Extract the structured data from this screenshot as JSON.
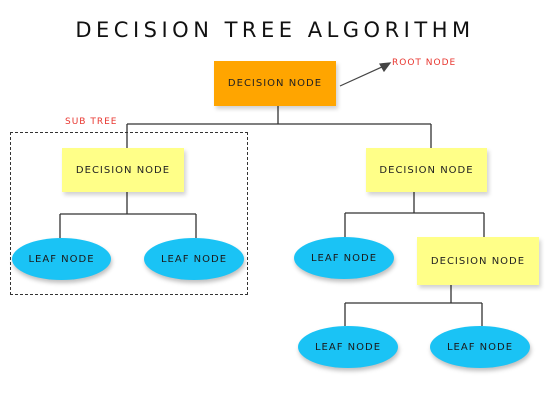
{
  "title": "DECISION TREE ALGORITHM",
  "labels": {
    "root_node": "ROOT NODE",
    "sub_tree": "SUB TREE"
  },
  "nodes": {
    "root": "DECISION NODE",
    "left_decision": "DECISION NODE",
    "right_decision": "DECISION NODE",
    "right_inner_decision": "DECISION NODE",
    "leaf_left_1": "LEAF NODE",
    "leaf_left_2": "LEAF NODE",
    "leaf_right_1": "LEAF NODE",
    "leaf_bottom_1": "LEAF NODE",
    "leaf_bottom_2": "LEAF NODE"
  },
  "colors": {
    "root": "#ffa500",
    "decision": "#ffff88",
    "leaf": "#1ac3f5",
    "annotation": "#e8362f"
  }
}
